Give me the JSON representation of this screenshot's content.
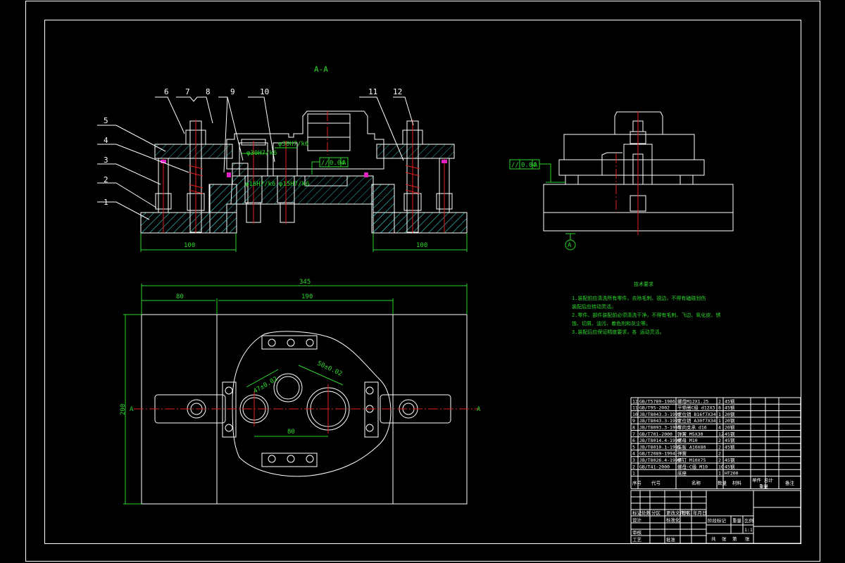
{
  "drawing": {
    "section_label": "A-A",
    "part_numbers": [
      "1",
      "2",
      "3",
      "4",
      "5",
      "6",
      "7",
      "8",
      "9",
      "10",
      "11",
      "12"
    ],
    "section_dims": {
      "left_width": "100",
      "right_width": "100"
    },
    "fits": [
      "φ30H7/k6",
      "φ30H7/k6",
      "φ16H7/k6",
      "φ15H7/k6"
    ],
    "tolerance_frame": {
      "symbol": "//",
      "value": "0.04",
      "datum": "A"
    },
    "side_view_tolerance": {
      "symbol": "//",
      "value": "0.04",
      "datum": "A"
    },
    "datum_label": "A",
    "plan_dims": {
      "overall_width": "345",
      "left_offset": "80",
      "middle": "190",
      "height": "200",
      "hole_spacing": "80",
      "dist1": "47±0.02",
      "dist2": "50±0.02"
    },
    "section_marks": [
      "A",
      "A"
    ]
  },
  "notes": {
    "title": "技术要求",
    "lines": [
      "1.装配前应清洗所有零件，去除毛刺、锐边，不得有磕碰划伤",
      "装配后应转动灵活。",
      "2.零件、部件装配前必须清洗干净，不得有毛刺、飞边、氧化皮、锈",
      "蚀、切屑、油污、着色剂和灰尘等。",
      "3.装配后应保证精度要求，各 运动灵活。"
    ]
  },
  "bom": {
    "rows": [
      {
        "no": "12",
        "code": "GB/T5789-1986",
        "name": "螺母M12X1.25",
        "qty": "2",
        "mat": "45钢"
      },
      {
        "no": "11",
        "code": "GB/T95-2002",
        "name": "平垫圈C级 d12X3",
        "qty": "8",
        "mat": "45钢"
      },
      {
        "no": "10",
        "code": "JB/T8043.3-1999",
        "name": "定位销 B16f7X34",
        "qty": "1",
        "mat": "20钢"
      },
      {
        "no": "9",
        "code": "JB/T8043.3-1999",
        "name": "定位销 A30f7X34",
        "qty": "1",
        "mat": "20钢"
      },
      {
        "no": "8",
        "code": "JB/T8093.3-1999",
        "name": "导向支承 d16",
        "qty": "4",
        "mat": "20钢"
      },
      {
        "no": "7",
        "code": "GB/T701-2000",
        "name": "弹簧 M5X30",
        "qty": "12",
        "mat": "45钢"
      },
      {
        "no": "6",
        "code": "JB/T8014.4-1999",
        "name": "螺母 M10",
        "qty": "2",
        "mat": "45钢"
      },
      {
        "no": "5",
        "code": "JB/T8010.1-1999",
        "name": "压板 A10X80",
        "qty": "2",
        "mat": "45钢"
      },
      {
        "no": "4",
        "code": "GB/T2089-1994",
        "name": "弹簧",
        "qty": "2",
        "mat": ""
      },
      {
        "no": "3",
        "code": "JB/T8026.4-1999",
        "name": "螺钉 M10X75",
        "qty": "2",
        "mat": "45钢"
      },
      {
        "no": "2",
        "code": "GB/T41-2000",
        "name": "螺母-C级 M10",
        "qty": "10",
        "mat": "45钢"
      },
      {
        "no": "1",
        "code": "",
        "name": "底座",
        "qty": "1",
        "mat": "HT200"
      }
    ],
    "header": {
      "no": "序号",
      "code": "代号",
      "name": "名称",
      "qty": "数量",
      "mat": "材料",
      "weight": "单件 总计",
      "weight_sub": "重量",
      "remark": "备注"
    }
  },
  "title_block": {
    "labels": [
      "标记",
      "处数",
      "分区",
      "更改文件号",
      "签名",
      "年月日"
    ],
    "rows": [
      "设计",
      "标准化",
      "审核",
      "工艺",
      "批准"
    ],
    "stage": [
      "阶段标记",
      "重量",
      "比例"
    ],
    "scale": "1:1",
    "sheet": [
      "共",
      "张",
      "第",
      "张"
    ]
  }
}
